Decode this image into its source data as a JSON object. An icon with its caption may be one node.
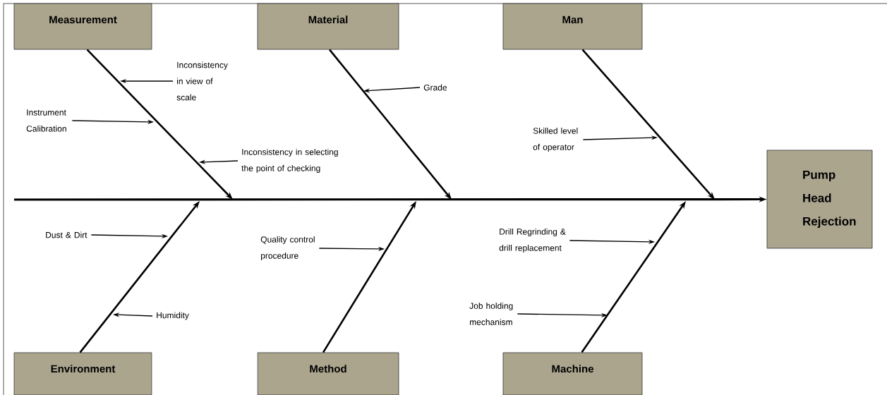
{
  "diagram": {
    "nodes": [
      {
        "text": [
          "Measurement"
        ]
      },
      {
        "text": [
          "Material"
        ]
      },
      {
        "text": [
          "Man"
        ]
      },
      {
        "text": [
          "Inconsistency in view of scale"
        ]
      },
      {
        "text": [
          "Grade"
        ]
      },
      {
        "text": [
          "Instrument Calibration"
        ]
      },
      {
        "text": [
          "Skilled level of operator"
        ]
      },
      {
        "text": [
          "Inconsistency in selecting the point of checking"
        ]
      },
      {
        "text": [
          "Pump Head Rejection"
        ]
      },
      {
        "text": [
          "Dust & Dirt"
        ]
      },
      {
        "text": [
          "Quality control procedure"
        ]
      },
      {
        "text": [
          "Drill Regrinding & drill replacement"
        ]
      },
      {
        "text": [
          "Humidity"
        ]
      },
      {
        "text": [
          "Job holding mechanism"
        ]
      },
      {
        "text": [
          "Environment"
        ]
      },
      {
        "text": [
          "Method"
        ]
      },
      {
        "text": [
          "Machine"
        ]
      }
    ],
    "edges": [
      {
        "from": null,
        "to": 8,
        "arrow": "to",
        "style": "thick"
      },
      {
        "from": 0,
        "to": null,
        "arrow": "to"
      },
      {
        "from": 1,
        "to": null,
        "arrow": "to"
      },
      {
        "from": 2,
        "to": null,
        "arrow": "to"
      },
      {
        "from": 14,
        "to": null,
        "arrow": "to"
      },
      {
        "from": 15,
        "to": null,
        "arrow": "to"
      },
      {
        "from": 16,
        "to": null,
        "arrow": "to"
      },
      {
        "from": 3,
        "to": null,
        "arrow": "to"
      },
      {
        "from": 4,
        "to": null,
        "arrow": "to"
      },
      {
        "from": 5,
        "to": null,
        "arrow": "to"
      },
      {
        "from": 6,
        "to": null,
        "arrow": "to"
      },
      {
        "from": 7,
        "to": null,
        "arrow": "to"
      },
      {
        "from": 9,
        "to": null,
        "arrow": "to"
      },
      {
        "from": 10,
        "to": null,
        "arrow": "to"
      },
      {
        "from": 11,
        "to": null,
        "arrow": "to"
      },
      {
        "from": 12,
        "to": null,
        "arrow": "to"
      },
      {
        "from": 13,
        "to": null,
        "arrow": "to"
      }
    ]
  }
}
